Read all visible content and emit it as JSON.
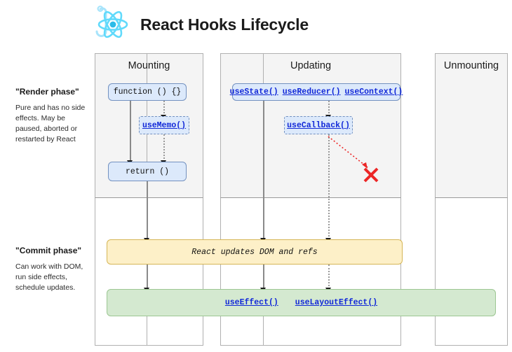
{
  "header": {
    "title": "React Hooks Lifecycle",
    "logo_icon": "react-atom-hook-icon"
  },
  "phases": [
    {
      "id": "render",
      "heading": "\"Render phase\"",
      "description": "Pure and has no side effects. May be paused, aborted or restarted by React"
    },
    {
      "id": "commit",
      "heading": "\"Commit phase\"",
      "description": "Can work with DOM, run side effects, schedule updates."
    }
  ],
  "columns": [
    {
      "id": "mounting",
      "label": "Mounting"
    },
    {
      "id": "updating",
      "label": "Updating"
    },
    {
      "id": "unmounting",
      "label": "Unmounting"
    }
  ],
  "nodes": {
    "function_box": "function () {}",
    "use_memo": "useMemo()",
    "return_box": "return ()",
    "use_state": "useState()",
    "use_reducer": "useReducer()",
    "use_context": "useContext()",
    "use_callback": "useCallback()",
    "commit_dom": "React updates DOM and refs",
    "use_effect": "useEffect()",
    "use_layout_effect": "useLayoutEffect()",
    "abort_marker": "X"
  },
  "colors": {
    "blue_fill": "#dce9fb",
    "blue_stroke": "#7391c0",
    "yellow_fill": "#fdf0c8",
    "yellow_stroke": "#d6b656",
    "green_fill": "#d4e9d0",
    "green_stroke": "#9cc692",
    "band_fill": "#f4f4f4",
    "frame_stroke": "#b0b0b0",
    "link_color": "#1128d8",
    "abort_color": "#ec2626",
    "logo_color": "#61dafb"
  }
}
